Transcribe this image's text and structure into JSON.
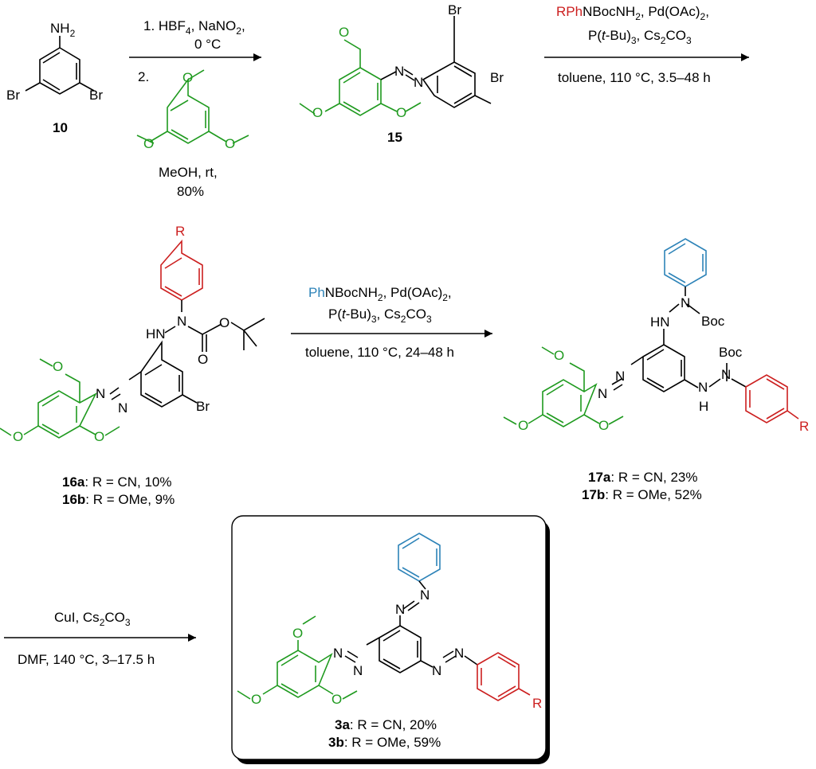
{
  "colors": {
    "methoxyaryl": "#1f9a1f",
    "R_aryl": "#cc1f1f",
    "phenyl": "#2d83b8"
  },
  "compound10": {
    "label": "10",
    "nh2": "NH",
    "nh2_sub": "2",
    "br": "Br"
  },
  "step1": {
    "line1_a": "1. HBF",
    "line1_sub": "4",
    "line1_b": ", NaNO",
    "line1_sub2": "2",
    "line1_c": ",",
    "line2": "0 °C",
    "line3": "2.",
    "line4": "MeOH, rt,",
    "line5": "80%"
  },
  "compound15": {
    "label": "15",
    "br": "Br",
    "o": "O",
    "n": "N"
  },
  "step2": {
    "line1_r": "R",
    "line1_a": "PhNBocNH",
    "line1_sub": "2",
    "line1_b": ", Pd(OAc)",
    "line1_sub2": "2",
    "line1_c": ",",
    "line2_a": "P(",
    "line2_t": "t",
    "line2_b": "-Bu)",
    "line2_sub": "3",
    "line2_c": ", Cs",
    "line2_sub2": "2",
    "line2_d": "CO",
    "line2_sub3": "3",
    "line3": "toluene, 110 °C, 3.5–48 h"
  },
  "compound16": {
    "r": "R",
    "hn": "HN",
    "n": "N",
    "o": "O",
    "br": "Br",
    "line_a_label": "16a",
    "line_a_text": ": R = CN, 10%",
    "line_b_label": "16b",
    "line_b_text": ": R = OMe, 9%"
  },
  "step3": {
    "line1_ph": "Ph",
    "line1_a": "NBocNH",
    "line1_sub": "2",
    "line1_b": ", Pd(OAc)",
    "line1_sub2": "2",
    "line1_c": ",",
    "line2_a": "P(",
    "line2_t": "t",
    "line2_b": "-Bu)",
    "line2_sub": "3",
    "line2_c": ", Cs",
    "line2_sub2": "2",
    "line2_d": "CO",
    "line2_sub3": "3",
    "line3": "toluene, 110 °C, 24–48 h"
  },
  "compound17": {
    "hn": "HN",
    "n": "N",
    "h": "H",
    "boc": "Boc",
    "r": "R",
    "o": "O",
    "line_a_label": "17a",
    "line_a_text": ": R = CN, 23%",
    "line_b_label": "17b",
    "line_b_text": ": R = OMe, 52%"
  },
  "step4": {
    "line1_a": "CuI, Cs",
    "line1_sub": "2",
    "line1_b": "CO",
    "line1_sub2": "3",
    "line2": "DMF, 140 °C, 3–17.5 h"
  },
  "compound3": {
    "n": "N",
    "o": "O",
    "r": "R",
    "line_a_label": "3a",
    "line_a_text": ": R = CN, 20%",
    "line_b_label": "3b",
    "line_b_text": ": R = OMe, 59%"
  }
}
